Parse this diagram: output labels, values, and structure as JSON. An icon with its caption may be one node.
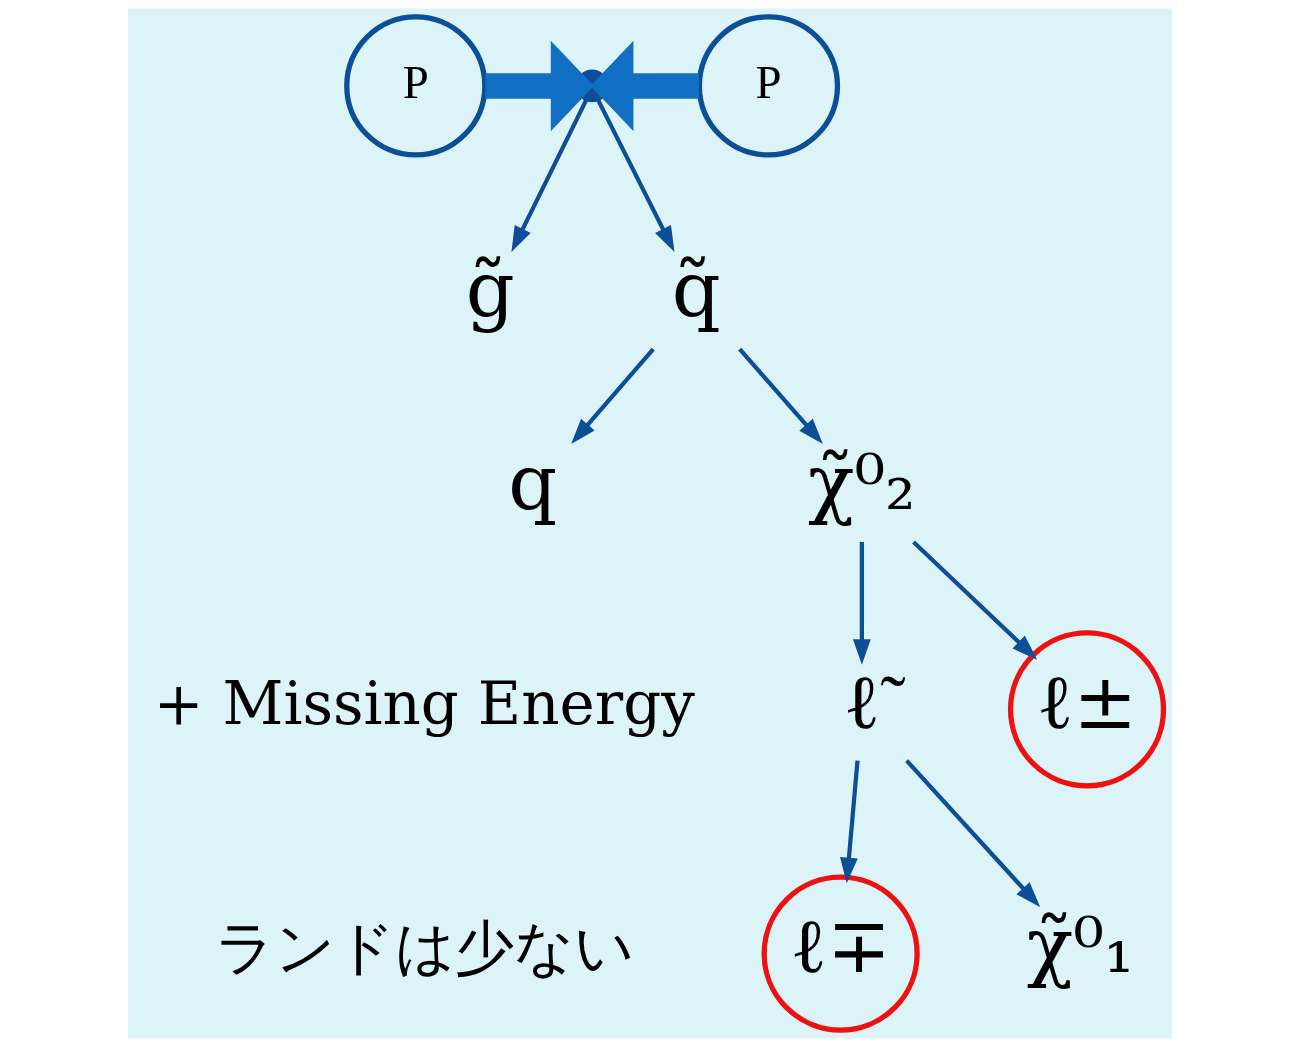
{
  "diagram": {
    "nodes": [
      {
        "text": [
          "g̃"
        ]
      },
      {
        "text": [
          "P"
        ]
      },
      {
        "text": [],
        "shape": "point"
      },
      {
        "text": [
          "P"
        ]
      },
      {
        "text": [
          "q̃"
        ]
      },
      {
        "text": [
          "ℓ∓"
        ]
      },
      {
        "text": [
          "q"
        ]
      },
      {
        "text": [
          "χ̃⁰₂"
        ]
      },
      {
        "text": [
          "ℓ̃"
        ]
      },
      {
        "text": [
          "χ̃⁰₁"
        ]
      },
      {
        "text": [
          "ℓ±"
        ]
      }
    ],
    "edges": [
      {
        "from": 1,
        "to": 2,
        "arrow": "to",
        "style": "thick",
        "color": "#1170c4"
      },
      {
        "from": 3,
        "to": 2,
        "arrow": "to",
        "style": "thick",
        "color": "#1170c4"
      },
      {
        "from": 2,
        "to": 0,
        "arrow": "to"
      },
      {
        "from": 2,
        "to": 4,
        "arrow": "to"
      },
      {
        "from": 4,
        "to": 6,
        "arrow": "to"
      },
      {
        "from": 4,
        "to": 7,
        "arrow": "to"
      },
      {
        "from": 7,
        "to": 8,
        "arrow": "to"
      },
      {
        "from": 7,
        "to": 10,
        "arrow": "to"
      },
      {
        "from": 8,
        "to": 5,
        "arrow": "to"
      },
      {
        "from": 8,
        "to": 9,
        "arrow": "to"
      }
    ],
    "labels": [
      "+ Missing Energy",
      "ランドは少ない"
    ]
  }
}
